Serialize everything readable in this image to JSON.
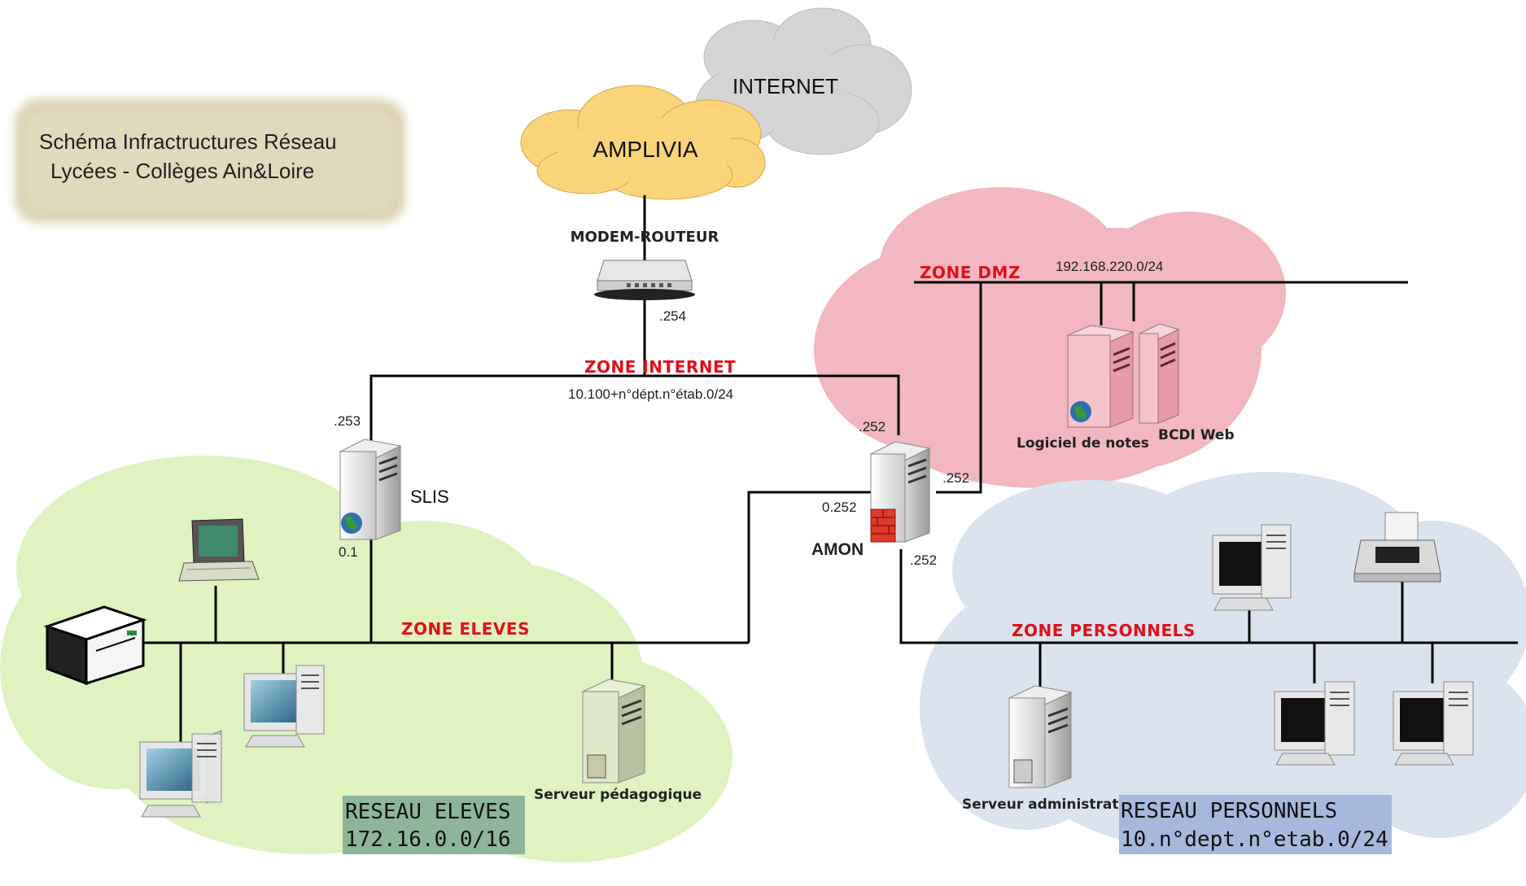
{
  "title_box": {
    "line1": "Schéma Infractructures Réseau",
    "line2": "Lycées - Collèges Ain&Loire"
  },
  "clouds": {
    "internet": "INTERNET",
    "amplivia": "AMPLIVIA"
  },
  "devices": {
    "modem": "MODEM-ROUTEUR",
    "slis": "SLIS",
    "amon": "AMON",
    "serveur_pedagogique": "Serveur pédagogique",
    "serveur_administratif": "Serveur administratif",
    "logiciel_notes": "Logiciel de notes",
    "bcdi_web": "BCDI Web"
  },
  "zones": {
    "internet": "ZONE INTERNET",
    "dmz": "ZONE DMZ",
    "eleves": "ZONE ELEVES",
    "personnels": "ZONE PERSONNELS"
  },
  "addresses": {
    "modem": ".254",
    "zone_internet_net": "10.100+n°dépt.n°étab.0/24",
    "slis_top": ".253",
    "slis_bottom": "0.1",
    "amon_top": ".252",
    "amon_right": ".252",
    "amon_left": "0.252",
    "amon_bottom": ".252",
    "dmz_net": "192.168.220.0/24"
  },
  "networks": {
    "eleves_name": "RESEAU ELEVES",
    "eleves_addr": "172.16.0.0/16",
    "personnels_name": "RESEAU PERSONNELS",
    "personnels_addr": "10.n°dept.n°etab.0/24"
  },
  "colors": {
    "green_zone": "#dff2c0",
    "red_zone": "#f2b7c0",
    "blue_zone": "#dbe4ee",
    "amplivia_cloud": "#fbd47a",
    "internet_cloud": "#d8d8d8",
    "zone_text": "#e0101a",
    "eleves_box": "#8db59a",
    "personnels_box": "#a6b8dc"
  }
}
